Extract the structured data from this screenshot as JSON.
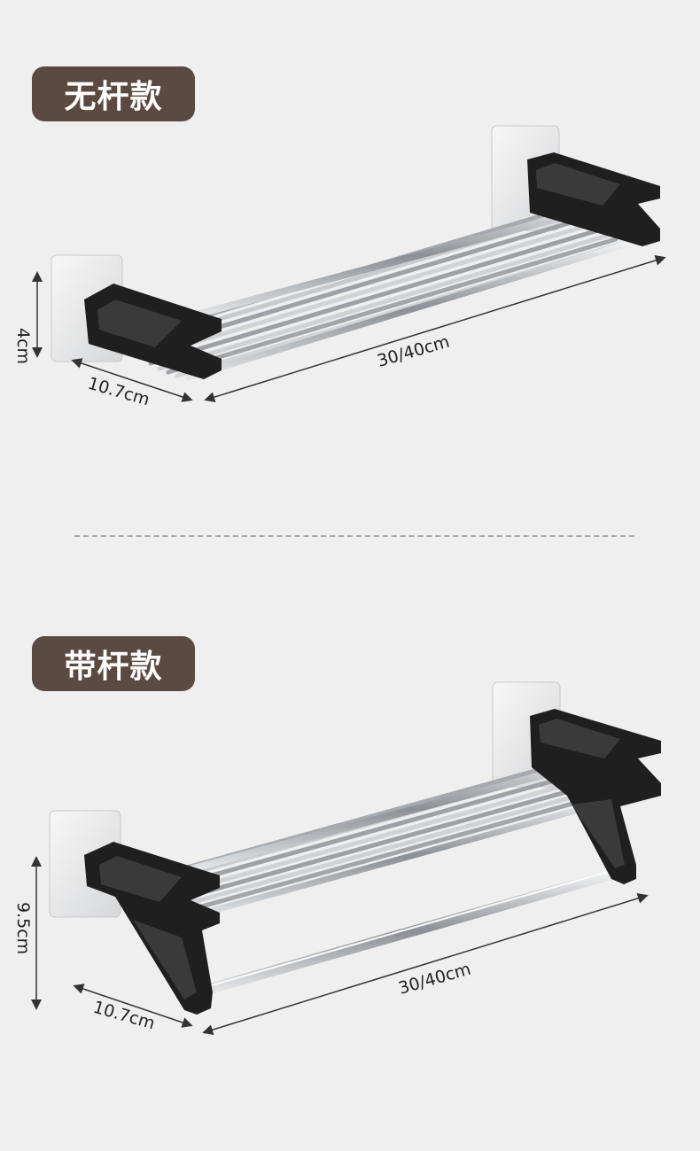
{
  "product_a": {
    "title": "无杆款",
    "dims": {
      "height": "4cm",
      "depth": "10.7cm",
      "length": "30/40cm"
    }
  },
  "product_b": {
    "title": "带杆款",
    "dims": {
      "height": "9.5cm",
      "depth": "10.7cm",
      "length": "30/40cm"
    }
  },
  "colors": {
    "badge": "#5b4a41",
    "bracket": "#1f1f1f",
    "steel": "#b9bcc0",
    "background": "#efefef"
  }
}
